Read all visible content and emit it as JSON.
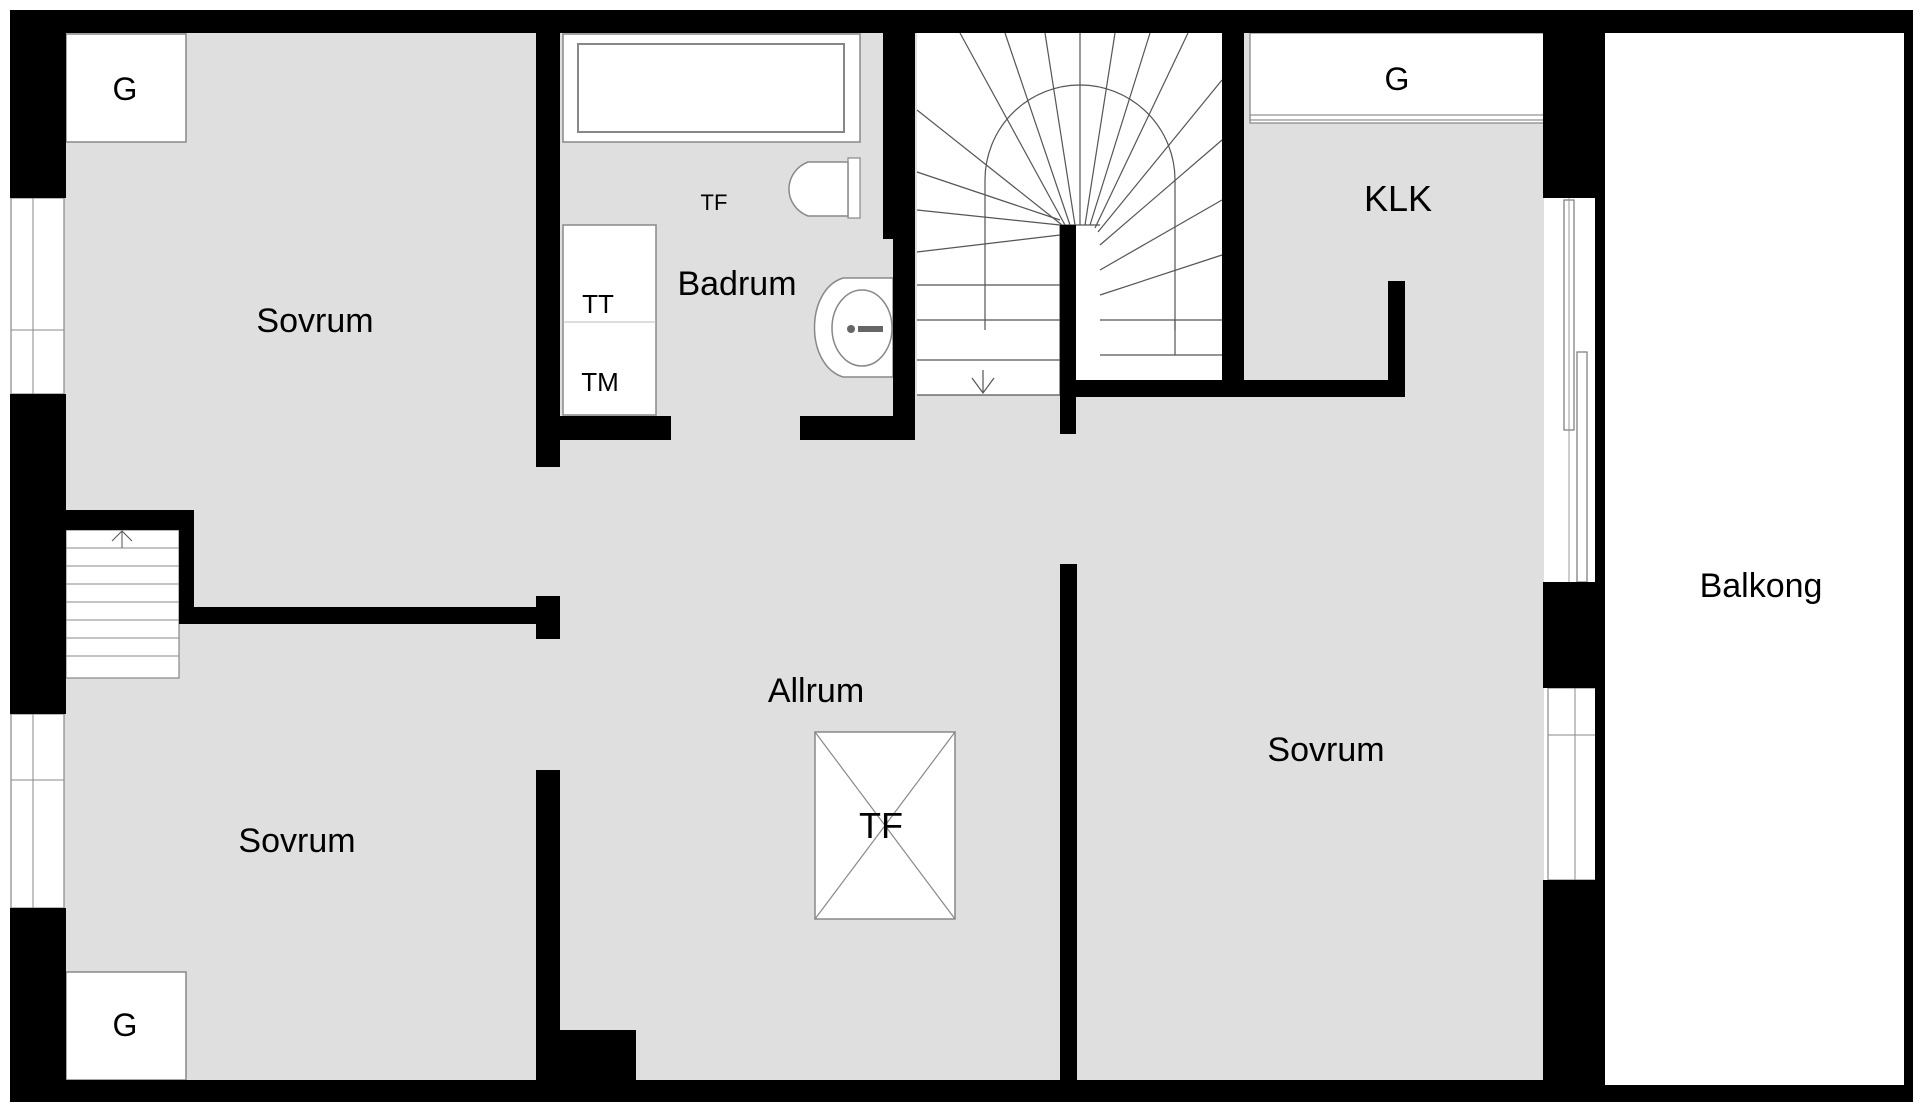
{
  "rooms": {
    "bedroom_nw": "Sovrum",
    "bedroom_sw": "Sovrum",
    "bedroom_e": "Sovrum",
    "bathroom": "Badrum",
    "family_room": "Allrum",
    "walk_in_closet": "KLK",
    "balcony": "Balkong"
  },
  "fixtures": {
    "wardrobe_nw": "G",
    "wardrobe_sw": "G",
    "wardrobe_klk": "G",
    "dryer_cabinet": "TT",
    "washing_machine": "TM",
    "drying_floor_bath": "TF",
    "drying_floor_allrum": "TF"
  }
}
